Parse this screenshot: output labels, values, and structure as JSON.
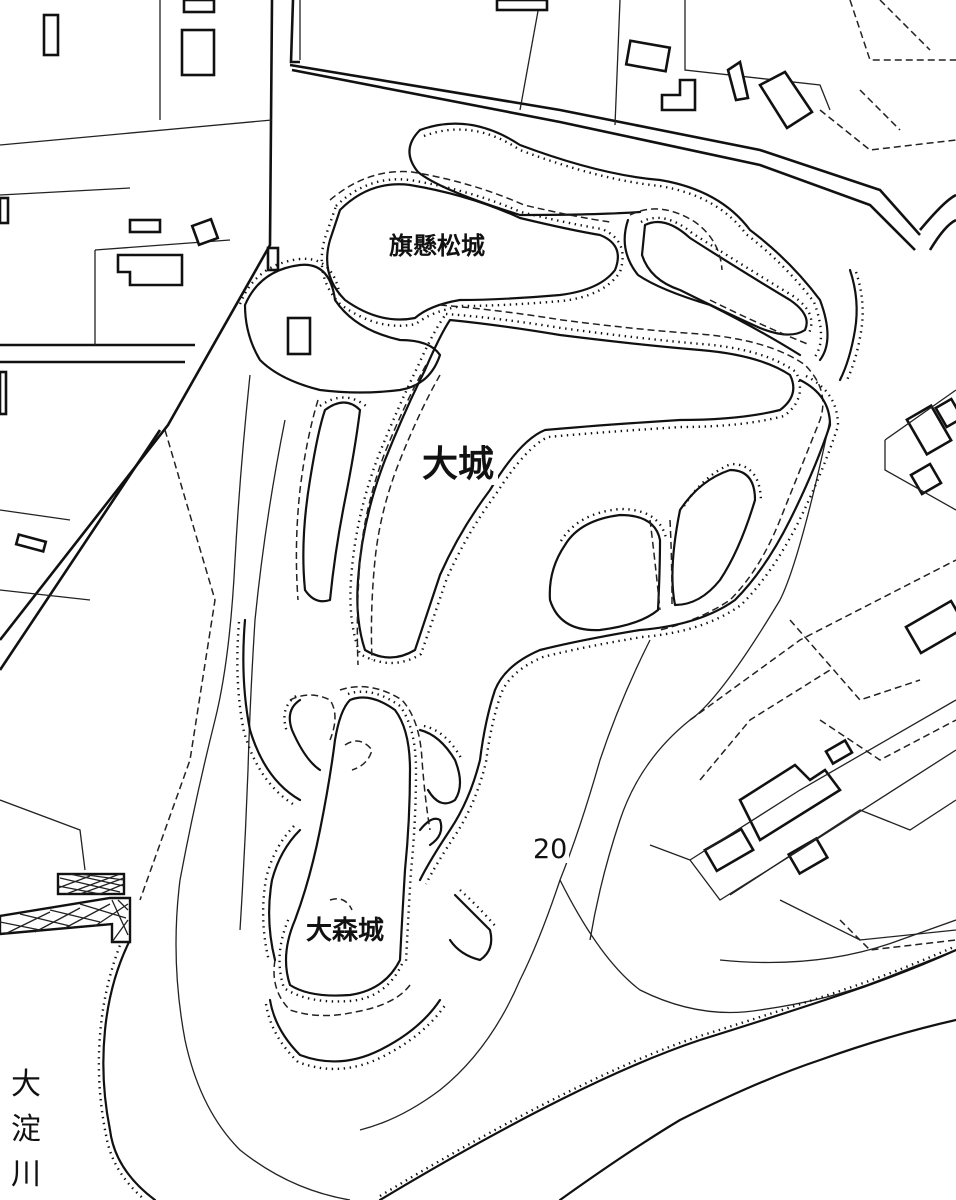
{
  "map": {
    "background": "#ffffff",
    "ink": "#111111",
    "labels": {
      "hatakake_castle": "旗懸松城",
      "oshiro": "大城",
      "omori_castle": "大森城",
      "contour_value": "20",
      "river": "大淀川"
    }
  }
}
